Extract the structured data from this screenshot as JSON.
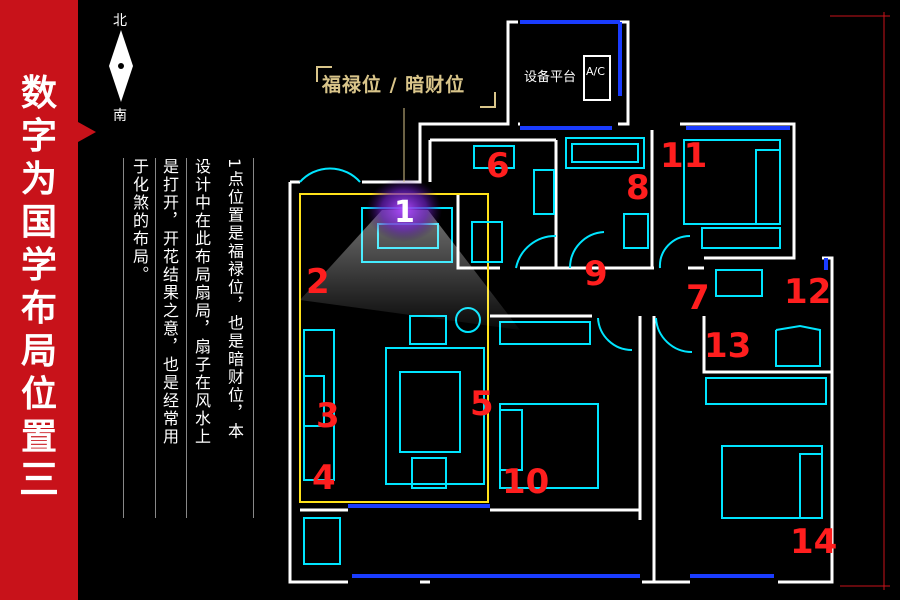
{
  "sidebar": {
    "title_chars": [
      "数",
      "字",
      "为",
      "国",
      "学",
      "布",
      "局",
      "位",
      "置",
      "三"
    ]
  },
  "compass": {
    "north": "北",
    "south": "南"
  },
  "text_columns": [
    "1点位置是福禄位，也是暗财位，本",
    "设计中在此布局扇局，扇子在风水上",
    "是打开，开花结果之意，也是经常用",
    "于化煞的布局。"
  ],
  "diagram": {
    "title": "福禄位 / 暗财位",
    "equipment_label": "设备平台",
    "ac_label": "A/C",
    "markers": [
      "1",
      "2",
      "3",
      "4",
      "5",
      "6",
      "7",
      "8",
      "9",
      "10",
      "11",
      "12",
      "13",
      "14"
    ],
    "colors": {
      "wall": "#ffffff",
      "furniture": "#00e5ff",
      "window": "#1a3cff",
      "zone": "#ffe21a",
      "marker": "#ff1e1e",
      "accent": "#c8121a",
      "gold": "#d9c58a",
      "glow": "#8a2be2"
    }
  }
}
